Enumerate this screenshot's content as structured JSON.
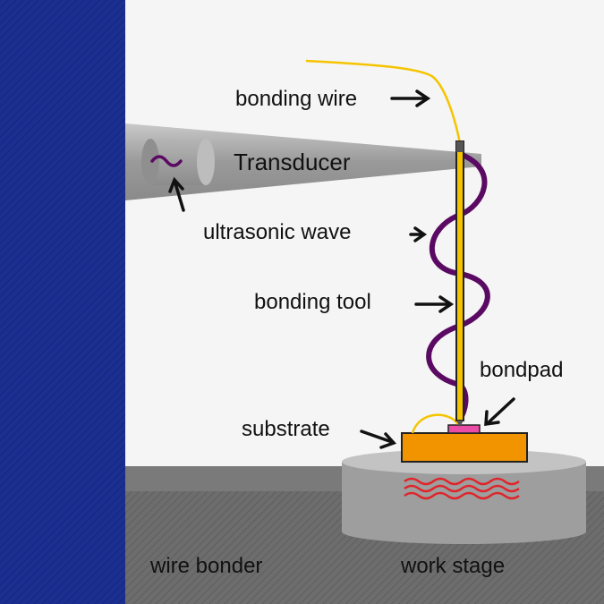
{
  "labels": {
    "bonding_wire": "bonding wire",
    "transducer": "Transducer",
    "ultrasonic_wave": "ultrasonic wave",
    "bonding_tool": "bonding tool",
    "bondpad": "bondpad",
    "substrate": "substrate",
    "wire_bonder": "wire bonder",
    "work_stage": "work stage"
  },
  "colors": {
    "machine_wall": "#1a2f91",
    "background": "#f5f5f5",
    "floor_top": "#777777",
    "floor": "#6a6a6a",
    "stage": "#a8a8a8",
    "transducer": "#a0a0a0",
    "wave": "#5b0a63",
    "wire": "#f5c400",
    "substrate": "#f29400",
    "bondpad": "#ea4da6",
    "heat": "#e0242a"
  }
}
